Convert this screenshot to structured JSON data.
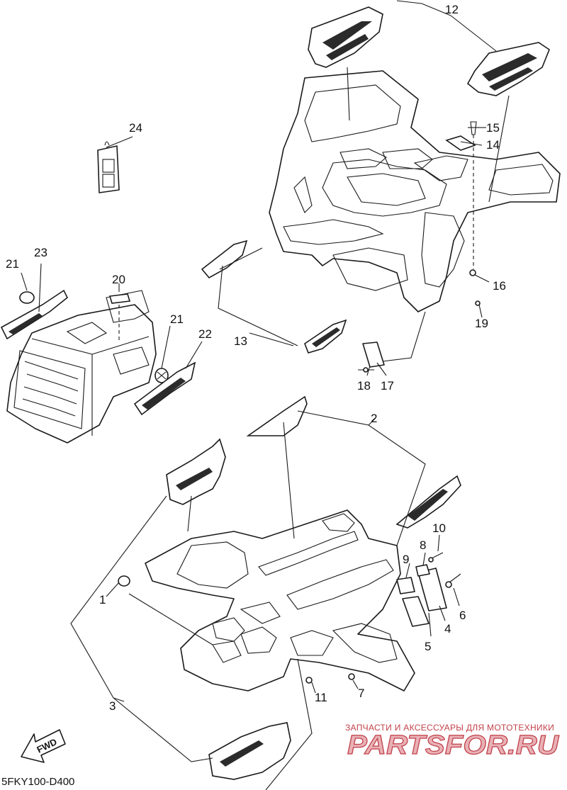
{
  "callouts": {
    "c1": "1",
    "c2": "2",
    "c3": "3",
    "c4": "4",
    "c5": "5",
    "c6": "6",
    "c7": "7",
    "c8": "8",
    "c9": "9",
    "c10": "10",
    "c11": "11",
    "c12": "12",
    "c13": "13",
    "c14": "14",
    "c15": "15",
    "c16": "16",
    "c17": "17",
    "c18": "18",
    "c19": "19",
    "c20": "20",
    "c21a": "21",
    "c21b": "21",
    "c22": "22",
    "c23": "23",
    "c24": "24"
  },
  "fwd_label": "FWD",
  "diagram_code": "5FKY100-D400",
  "watermark": {
    "caption": "ЗАПЧАСТИ И АКСЕССУАРЫ ДЛЯ МОТОТЕХНИКИ",
    "brand": "PARTSFOR.RU"
  },
  "colors": {
    "line": "#1a1a1a",
    "watermark_red": "#c2414a",
    "watermark_fill": "#e8b1b6"
  }
}
